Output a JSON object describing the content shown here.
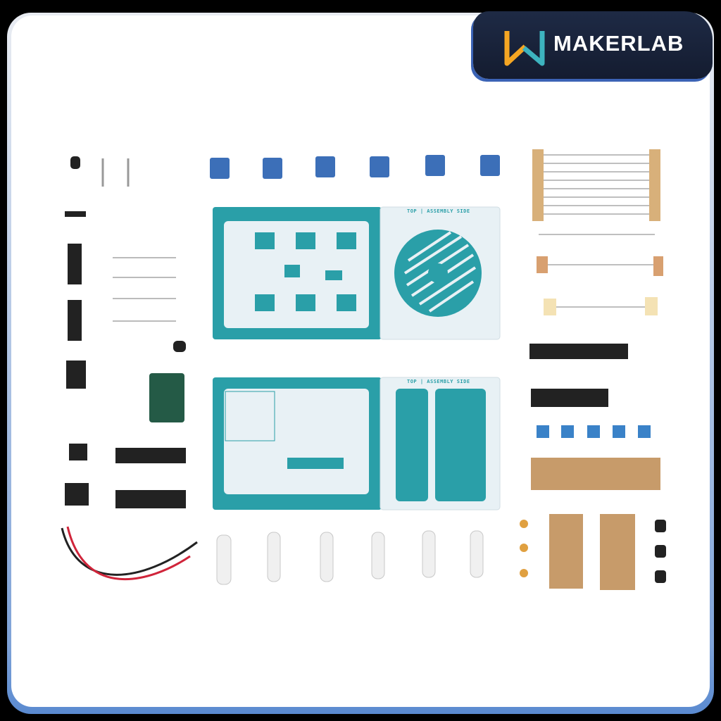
{
  "brand": {
    "name": "MAKERLAB",
    "colors": {
      "badge": "#1a2440",
      "mark_orange": "#f5a623",
      "mark_teal": "#3db3bf"
    }
  },
  "product_photo": {
    "pcb_colors": {
      "teal": "#2a9fa8",
      "white": "#e8f1f5"
    },
    "board_top_label": "TOP | ASSEMBLY SIDE",
    "board_bottom_label": "TOP | ASSEMBLY SIDE"
  }
}
